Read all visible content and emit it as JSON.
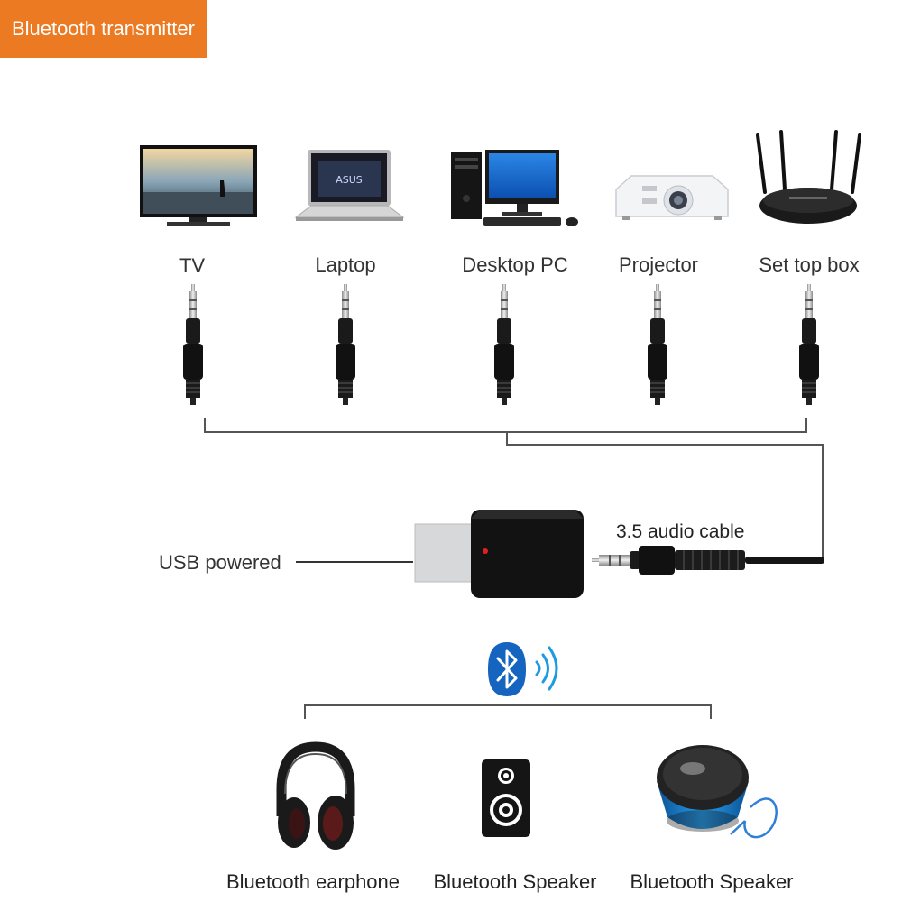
{
  "title": "Bluetooth transmitter",
  "sources": [
    {
      "label": "TV",
      "icon": "tv-icon"
    },
    {
      "label": "Laptop",
      "icon": "laptop-icon"
    },
    {
      "label": "Desktop PC",
      "icon": "desktop-pc-icon"
    },
    {
      "label": "Projector",
      "icon": "projector-icon"
    },
    {
      "label": "Set top box",
      "icon": "router-icon"
    }
  ],
  "adapter": {
    "usb_label": "USB powered",
    "cable_label": "3.5 audio cable"
  },
  "receivers": [
    {
      "label": "Bluetooth earphone",
      "icon": "headphones-icon"
    },
    {
      "label": "Bluetooth Speaker",
      "icon": "speaker-icon"
    },
    {
      "label": "Bluetooth Speaker",
      "icon": "portable-speaker-icon"
    }
  ],
  "colors": {
    "banner": "#ec7a22",
    "bluetooth": "#1565c0",
    "lines": "#555555"
  }
}
